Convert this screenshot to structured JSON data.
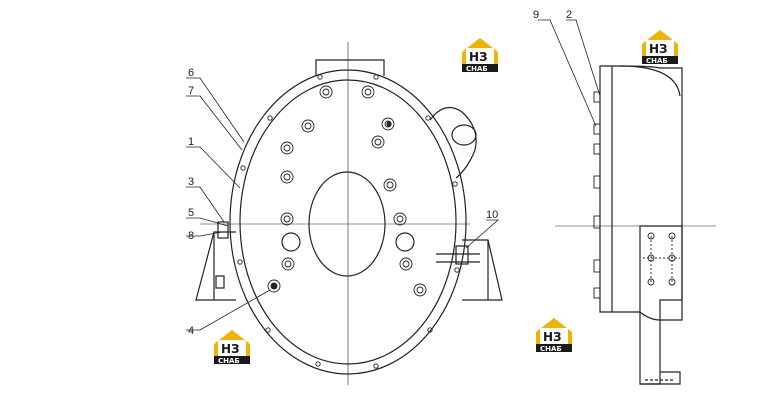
{
  "callouts": {
    "c1": "1",
    "c2": "2",
    "c3": "3",
    "c4": "4",
    "c5": "5",
    "c6": "6",
    "c7": "7",
    "c8": "8",
    "c9": "9",
    "c10": "10"
  },
  "watermark": {
    "brand": "НЗ",
    "sub": "СНАБ",
    "accent": "#f2b300"
  }
}
